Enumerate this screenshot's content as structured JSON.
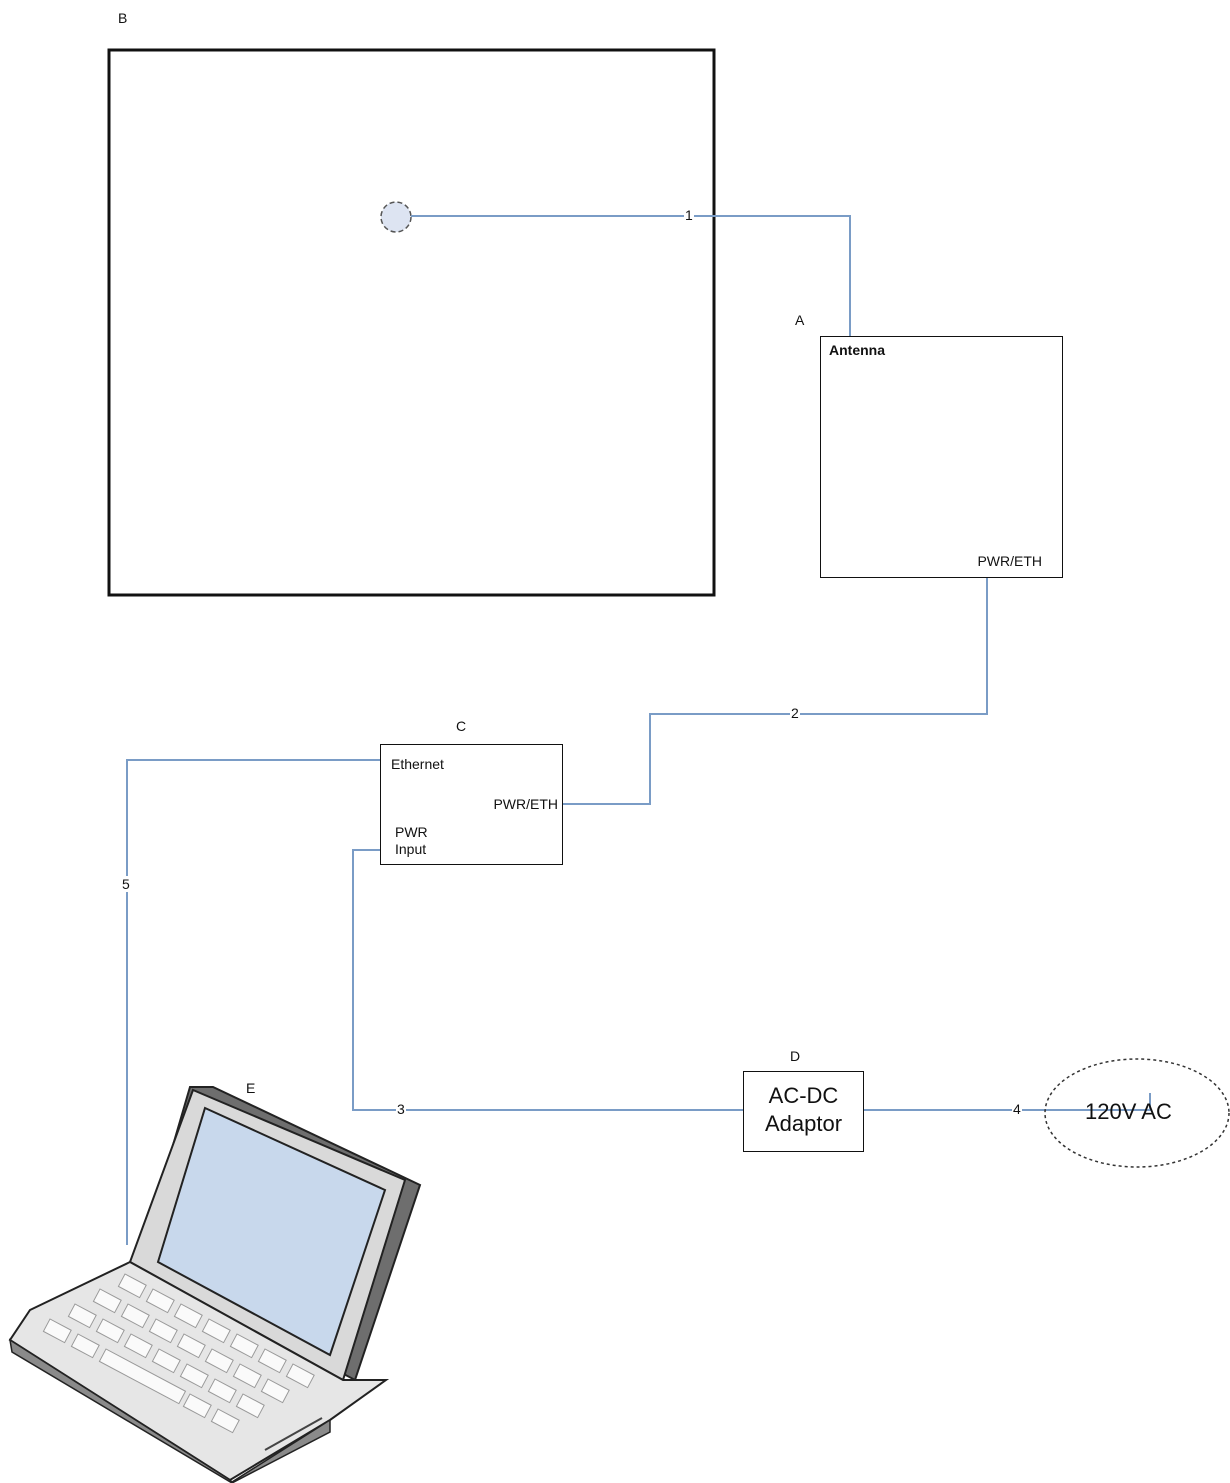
{
  "labels": {
    "b": "B",
    "a": "A",
    "c": "C",
    "d": "D",
    "e": "E"
  },
  "antenna": {
    "title": "Antenna",
    "port": "PWR/ETH"
  },
  "injector": {
    "ethernet": "Ethernet",
    "pwr_eth": "PWR/ETH",
    "pwr_input_line1": "PWR",
    "pwr_input_line2": "Input"
  },
  "adaptor": {
    "line1": "AC-DC",
    "line2": "Adaptor"
  },
  "outlet": {
    "label": "120V AC"
  },
  "cables": {
    "c1": "1",
    "c2": "2",
    "c3": "3",
    "c4": "4",
    "c5": "5"
  },
  "colors": {
    "cable": "#7a9cc6",
    "outline": "#111111",
    "screen": "#c8d8ec"
  }
}
